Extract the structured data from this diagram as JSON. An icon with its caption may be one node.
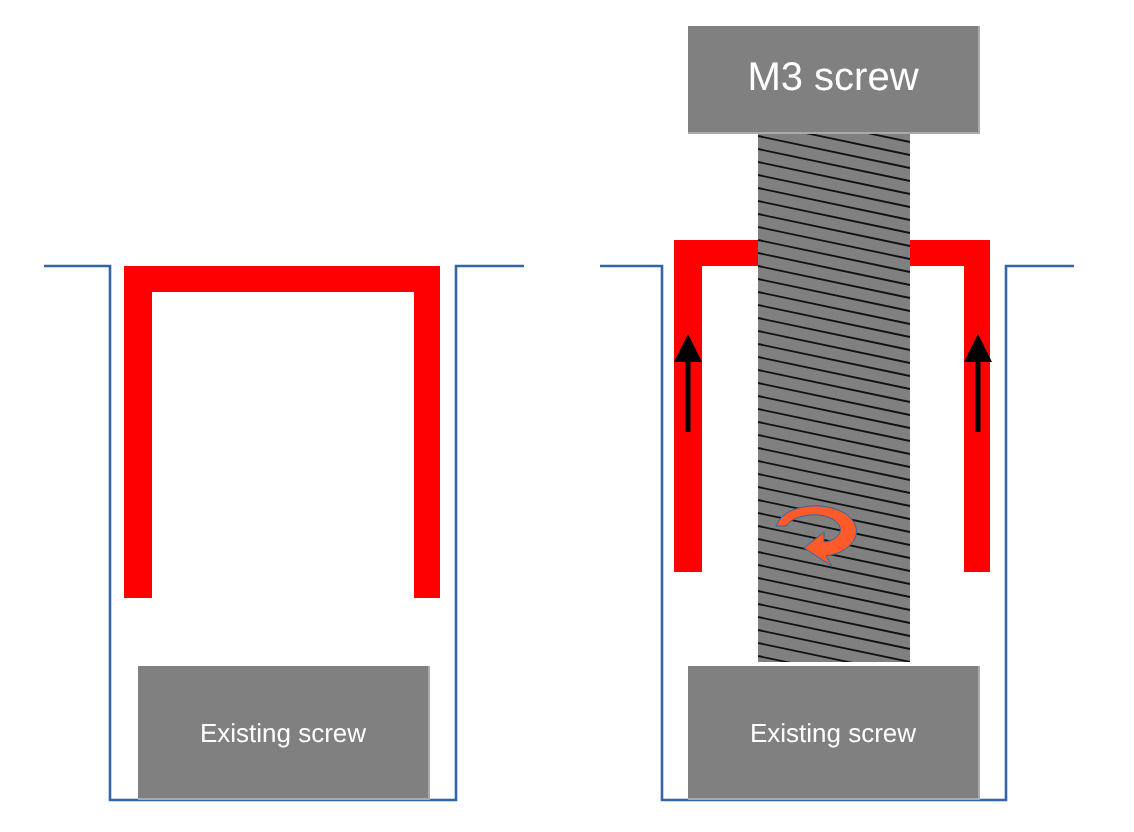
{
  "diagram": {
    "nodes": [
      {
        "text": [
          "Existing screw"
        ]
      },
      {
        "text": [
          "M3 screw"
        ]
      },
      {
        "text": [
          "Existing screw"
        ]
      }
    ]
  }
}
